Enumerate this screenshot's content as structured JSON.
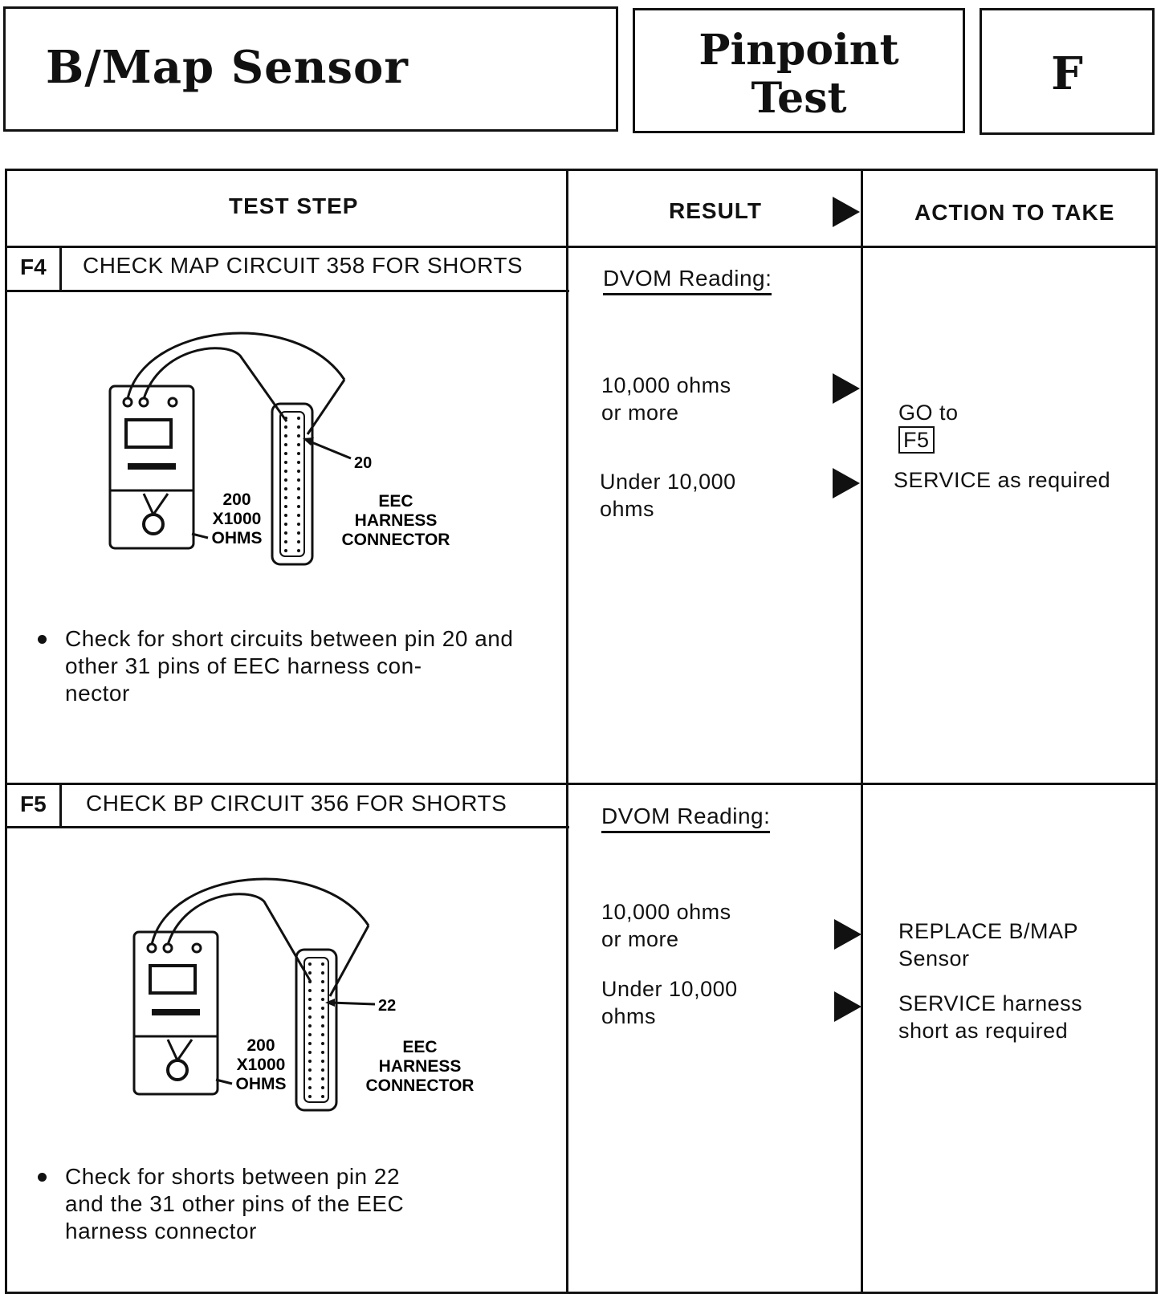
{
  "header": {
    "title": "B/Map Sensor",
    "test_label_line1": "Pinpoint",
    "test_label_line2": "Test",
    "test_code": "F"
  },
  "columns": {
    "test_step": "TEST STEP",
    "result": "RESULT",
    "action": "ACTION TO TAKE"
  },
  "steps": [
    {
      "id": "F4",
      "title": "CHECK MAP CIRCUIT 358 FOR SHORTS",
      "diagram": {
        "pin_label": "20",
        "meter_label_1": "200",
        "meter_label_2": "X1000",
        "meter_label_3": "OHMS",
        "connector_label_1": "EEC",
        "connector_label_2": "HARNESS",
        "connector_label_3": "CONNECTOR"
      },
      "instruction": "Check for short circuits between pin 20 and other 31 pins of EEC harness con-\nnector",
      "result_heading": "DVOM Reading:",
      "outcomes": [
        {
          "result": "10,000 ohms\nor more",
          "action_prefix": "GO to",
          "action_ref": "F5"
        },
        {
          "result": "Under 10,000\nohms",
          "action": "SERVICE as required"
        }
      ]
    },
    {
      "id": "F5",
      "title": "CHECK BP CIRCUIT 356 FOR SHORTS",
      "diagram": {
        "pin_label": "22",
        "meter_label_1": "200",
        "meter_label_2": "X1000",
        "meter_label_3": "OHMS",
        "connector_label_1": "EEC",
        "connector_label_2": "HARNESS",
        "connector_label_3": "CONNECTOR"
      },
      "instruction": "Check for shorts between pin 22 and the 31 other pins of the EEC harness connector",
      "result_heading": "DVOM Reading:",
      "outcomes": [
        {
          "result": "10,000 ohms\nor more",
          "action": "REPLACE B/MAP\nSensor"
        },
        {
          "result": "Under 10,000\nohms",
          "action": "SERVICE harness\nshort as required"
        }
      ]
    }
  ],
  "icons": [
    "right-arrow-icon",
    "dvom-meter-icon",
    "harness-connector-icon"
  ]
}
